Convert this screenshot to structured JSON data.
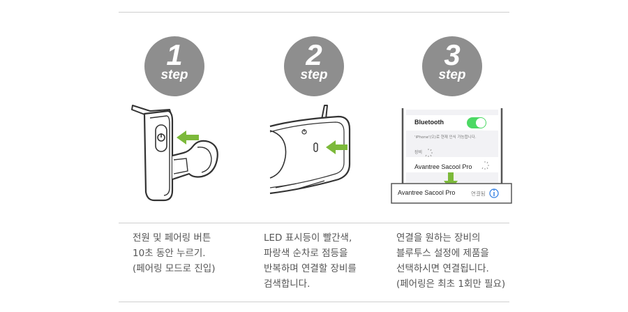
{
  "steps": [
    {
      "number": "1",
      "label": "step",
      "description": [
        "전원 및 페어링 버튼",
        "10초 동안 누르기.",
        "(페어링 모드로 진입)"
      ]
    },
    {
      "number": "2",
      "label": "step",
      "description": [
        "LED 표시등이 빨간색,",
        "파랑색 순차로 점등을",
        "반복하며 연결할 장비를",
        "검색합니다."
      ]
    },
    {
      "number": "3",
      "label": "step",
      "description": [
        "연결을 원하는 장비의",
        "블루투스 설정에 제품을",
        "선택하시면 연결됩니다.",
        "(페어링은 최초 1회만 필요)"
      ]
    }
  ],
  "phone_screen": {
    "bluetooth_label": "Bluetooth",
    "discoverable_text": "'iPhone'(으)로 현재 인식 가능합니다.",
    "devices_header": "장비",
    "device_name": "Avantree Sacool Pro",
    "connected_device": "Avantree Sacool Pro",
    "connected_status": "연결됨"
  },
  "colors": {
    "badge": "#8e8e8e",
    "arrow": "#7cb93a",
    "toggle": "#4cd964",
    "rule": "#cfcfcf"
  }
}
